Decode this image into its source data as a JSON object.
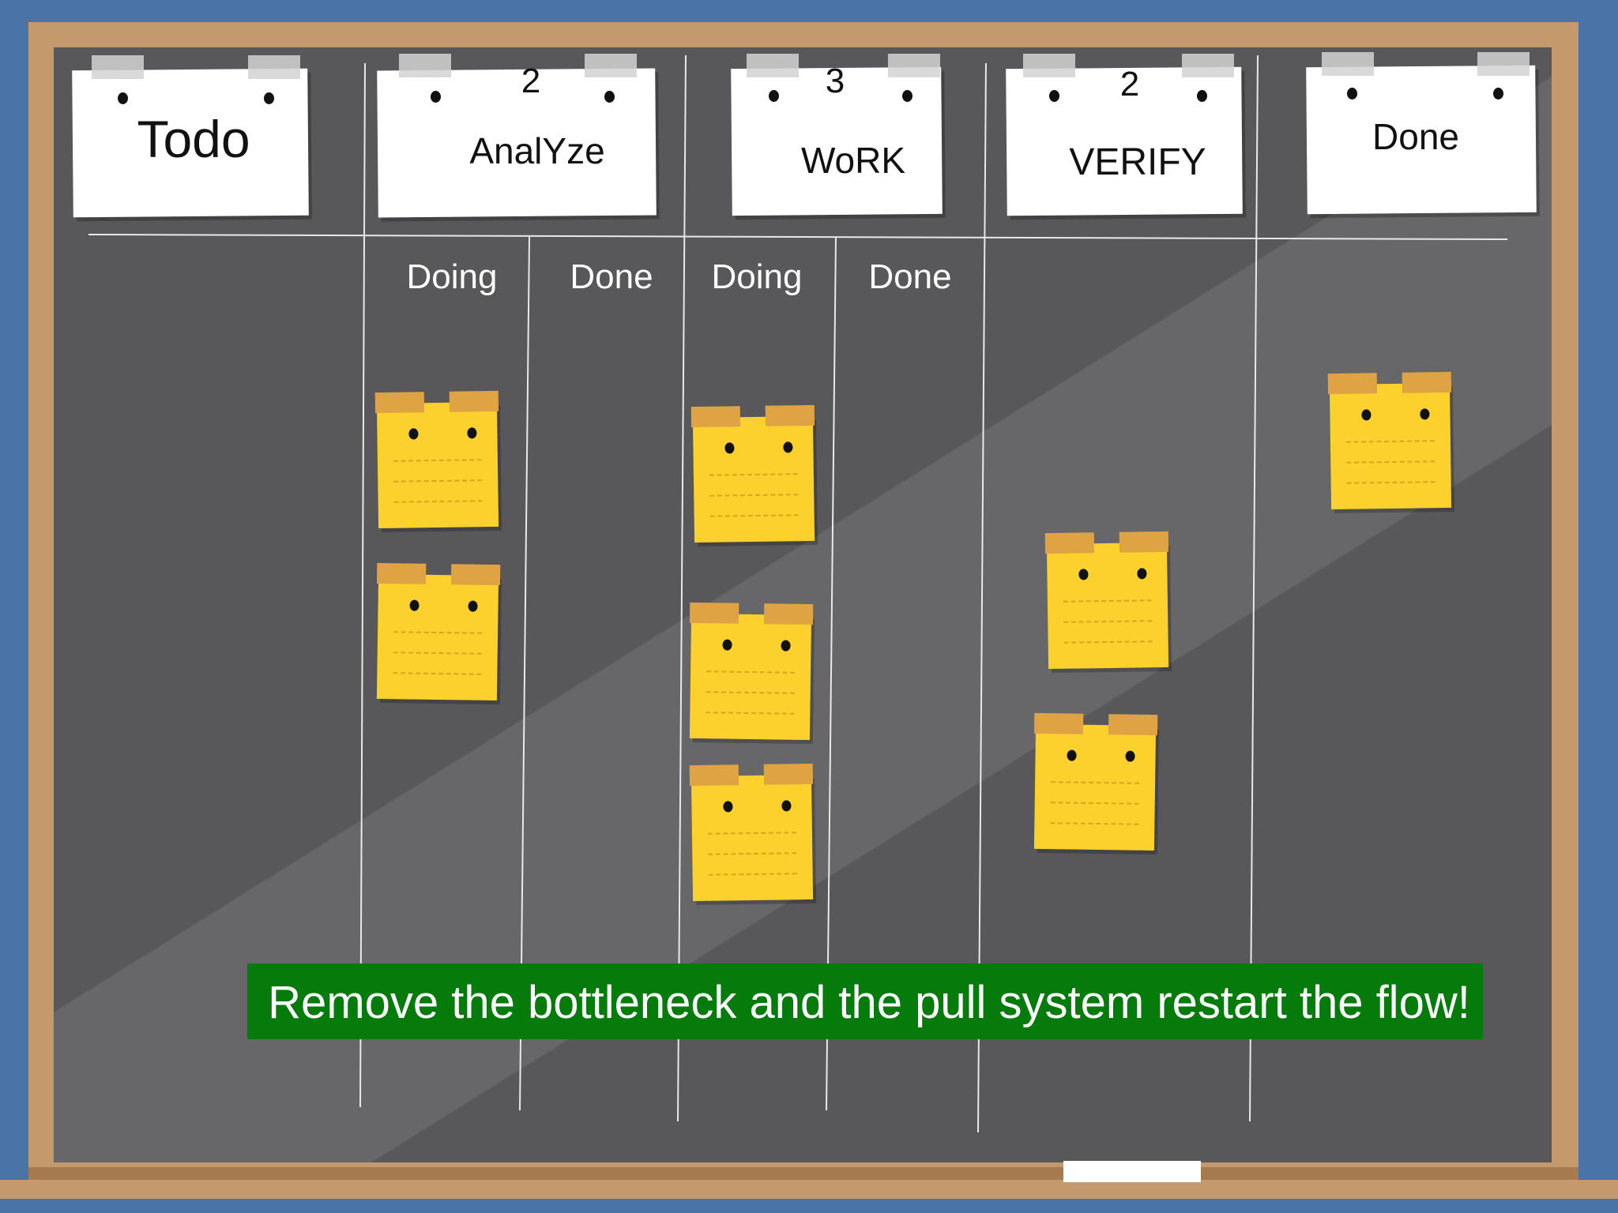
{
  "columns": [
    {
      "title": "Todo",
      "limit": ""
    },
    {
      "title": "AnalYze",
      "limit": "2"
    },
    {
      "title": "WoRK",
      "limit": "3"
    },
    {
      "title": "VERIFY",
      "limit": "2"
    },
    {
      "title": "Done",
      "limit": ""
    }
  ],
  "subcolumns": {
    "analyze_doing": "Doing",
    "analyze_done": "Done",
    "work_doing": "Doing",
    "work_done": "Done"
  },
  "cards": {
    "analyze_doing": 2,
    "analyze_done": 0,
    "work_doing": 3,
    "work_done": 0,
    "verify": 2,
    "done": 1,
    "todo": 0
  },
  "message": "Remove the bottleneck and the pull system restart the flow!",
  "colors": {
    "board": "#58585a",
    "frame": "#c49a6c",
    "background": "#4a73a8",
    "sticky": "#fcd12e",
    "sticky_tape": "#e0a344",
    "banner": "#057b0b"
  }
}
